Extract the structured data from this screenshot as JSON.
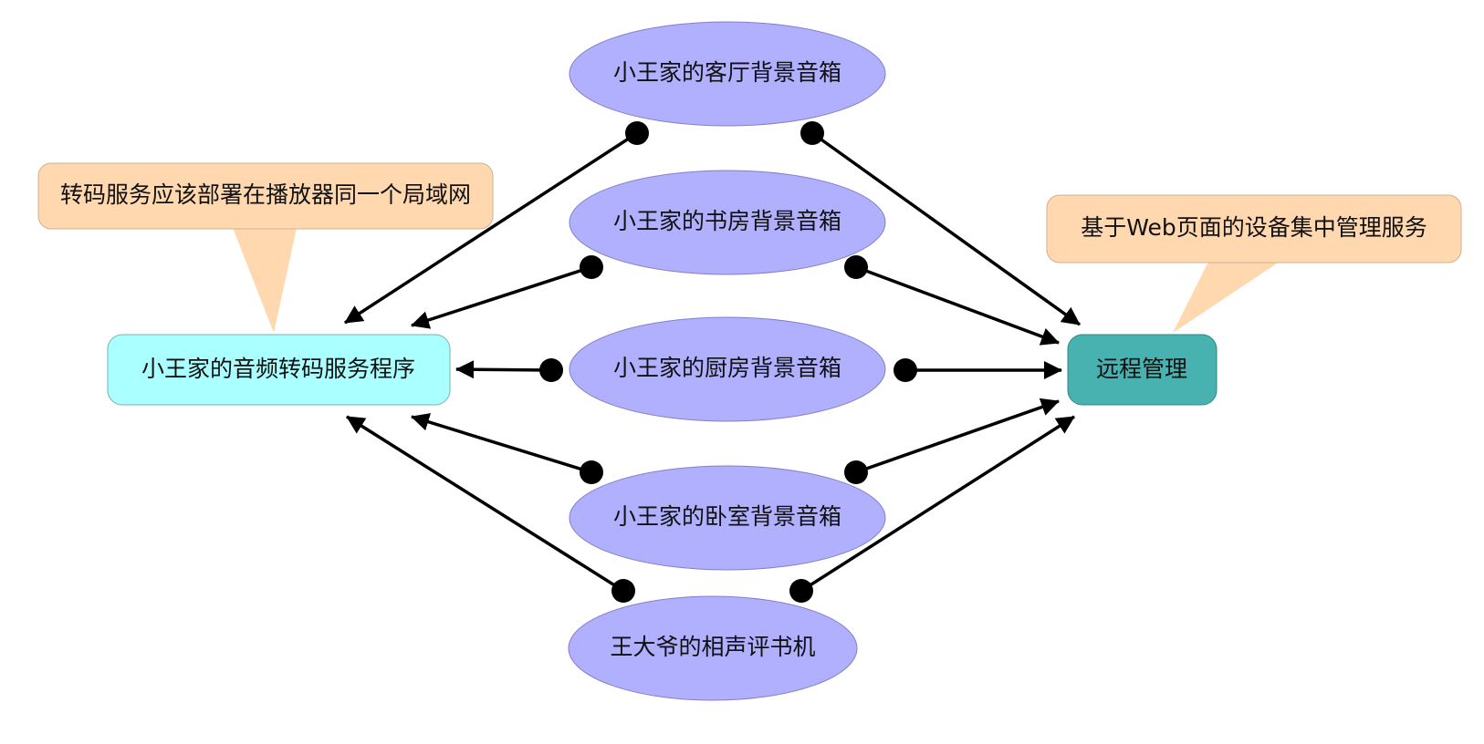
{
  "nodes": {
    "living_room_speaker": "小王家的客厅背景音箱",
    "study_speaker": "小王家的书房背景音箱",
    "kitchen_speaker": "小王家的厨房背景音箱",
    "bedroom_speaker": "小王家的卧室背景音箱",
    "storyteller_radio": "王大爷的相声评书机",
    "transcode_service": "小王家的音频转码服务程序",
    "remote_management": "远程管理"
  },
  "callouts": {
    "transcode_note": "转码服务应该部署在播放器同一个局域网",
    "management_note": "基于Web页面的设备集中管理服务"
  },
  "colors": {
    "speaker_fill": "#b0b0ff",
    "transcode_fill": "#aaffff",
    "management_fill": "#48b2b0",
    "callout_fill": "#ffd8b0",
    "edge": "#000000"
  }
}
